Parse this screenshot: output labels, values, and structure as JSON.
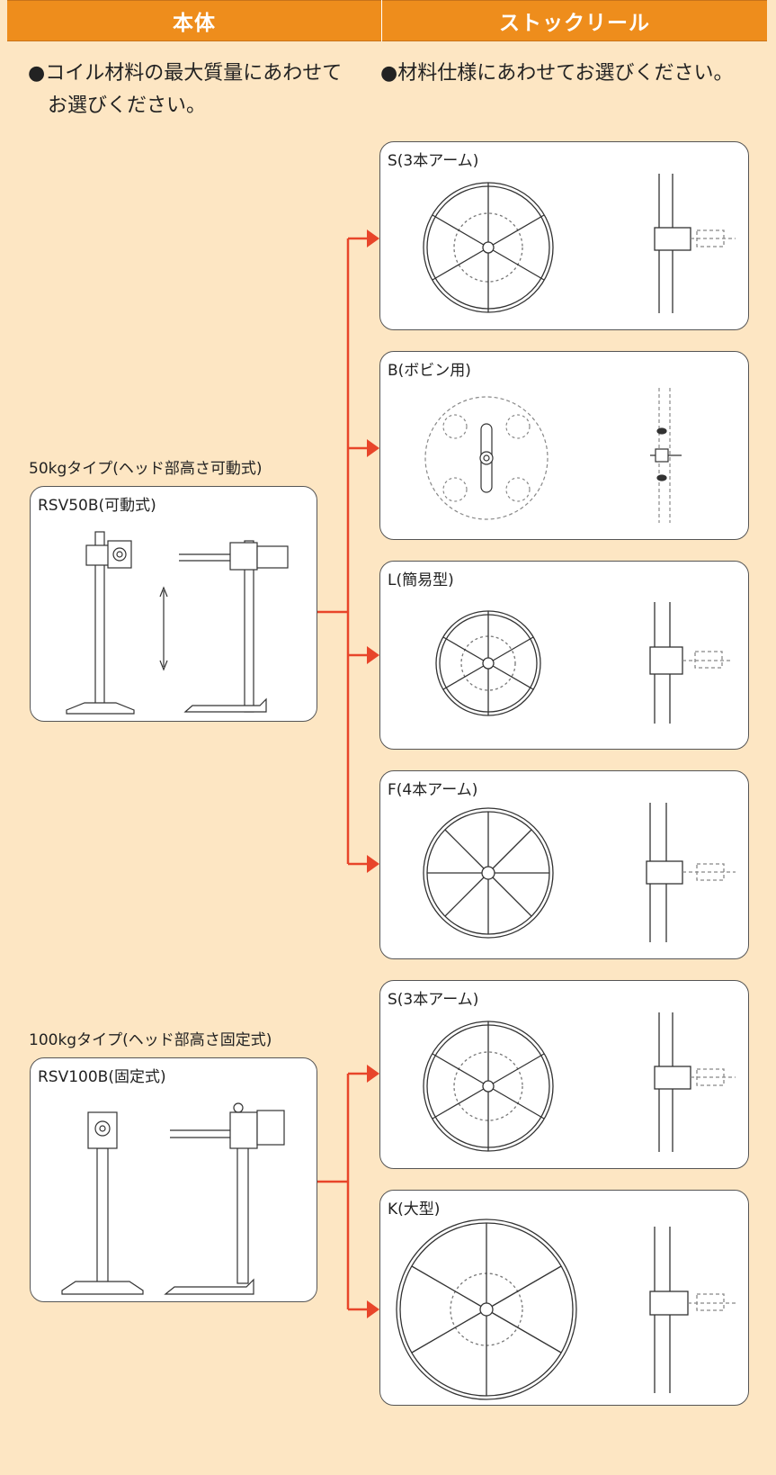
{
  "header": {
    "left_label": "本体",
    "right_label": "ストックリール"
  },
  "instructions": {
    "left_line1": "●コイル材料の最大質量にあわせて",
    "left_line2": "お選びください。",
    "right": "●材料仕様にあわせてお選びください。"
  },
  "bodies": [
    {
      "type_label": "50kgタイプ(ヘッド部高さ可動式)",
      "model": "RSV50B(可動式)"
    },
    {
      "type_label": "100kgタイプ(ヘッド部高さ固定式)",
      "model": "RSV100B(固定式)"
    }
  ],
  "reels": [
    {
      "title": "S(3本アーム)"
    },
    {
      "title": "B(ボビン用)"
    },
    {
      "title": "L(簡易型)"
    },
    {
      "title": "F(4本アーム)"
    },
    {
      "title": "S(3本アーム)"
    },
    {
      "title": "K(大型)"
    }
  ],
  "colors": {
    "background": "#fde6c3",
    "header": "#ee8d1c",
    "connector": "#e8452a"
  }
}
